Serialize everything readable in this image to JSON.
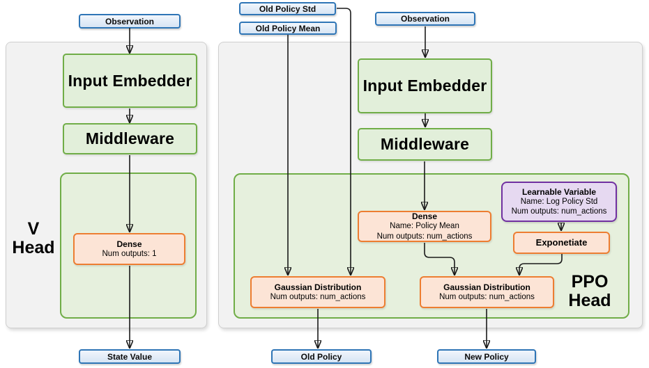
{
  "colors": {
    "panel_fill": "#f2f2f2",
    "panel_border": "#cfcfcf",
    "green_fill": "#e2efda",
    "green_border": "#70ad47",
    "orange_fill": "#fce4d6",
    "orange_border": "#ed7d31",
    "blue_fill": "#dce7f5",
    "blue_border": "#2e75b6",
    "purple_fill": "#e6d9f1",
    "purple_border": "#7030a0",
    "arrow": "#1a1a1a"
  },
  "v": {
    "label1": "V",
    "label2": "Head",
    "observation": "Observation",
    "input_embedder": "Input Embedder",
    "middleware": "Middleware",
    "dense_title": "Dense",
    "dense_line1": "Num outputs: 1",
    "state_value": "State Value"
  },
  "ppo": {
    "label1": "PPO",
    "label2": "Head",
    "old_policy_std": "Old Policy Std",
    "old_policy_mean": "Old Policy Mean",
    "observation": "Observation",
    "input_embedder": "Input Embedder",
    "middleware": "Middleware",
    "dense_title": "Dense",
    "dense_line1": "Name: Policy Mean",
    "dense_line2": "Num outputs: num_actions",
    "learnable_title": "Learnable Variable",
    "learnable_line1": "Name: Log Policy Std",
    "learnable_line2": "Num outputs: num_actions",
    "exponetiate": "Exponetiate",
    "gaussian_old_title": "Gaussian Distribution",
    "gaussian_old_line1": "Num outputs: num_actions",
    "gaussian_new_title": "Gaussian Distribution",
    "gaussian_new_line1": "Num outputs: num_actions",
    "old_policy": "Old Policy",
    "new_policy": "New Policy"
  }
}
